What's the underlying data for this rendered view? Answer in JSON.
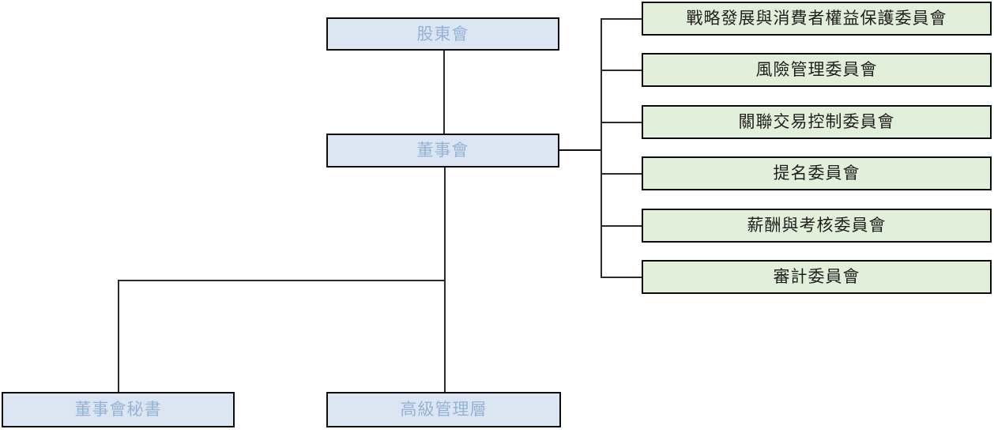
{
  "diagram": {
    "type": "org-chart",
    "nodes": {
      "shareholders": {
        "label": "股東會"
      },
      "board": {
        "label": "董事會"
      },
      "secretary": {
        "label": "董事會秘書"
      },
      "management": {
        "label": "高級管理層"
      }
    },
    "committees": [
      {
        "label": "戰略發展與消費者權益保護委員會"
      },
      {
        "label": "風險管理委員會"
      },
      {
        "label": "關聯交易控制委員會"
      },
      {
        "label": "提名委員會"
      },
      {
        "label": "薪酬與考核委員會"
      },
      {
        "label": "審計委員會"
      }
    ],
    "edges": [
      {
        "from": "shareholders",
        "to": "board"
      },
      {
        "from": "board",
        "to": "committees"
      },
      {
        "from": "board",
        "to": "secretary"
      },
      {
        "from": "board",
        "to": "management"
      }
    ],
    "colors": {
      "node_fill_blue": "#dce6f2",
      "node_text_blue": "#95b3d7",
      "committee_fill_green": "#e2efda",
      "committee_text": "#1f1f1f",
      "border": "#0d0d0d",
      "connector": "#2b2b2b",
      "background": "#ffffff"
    }
  }
}
